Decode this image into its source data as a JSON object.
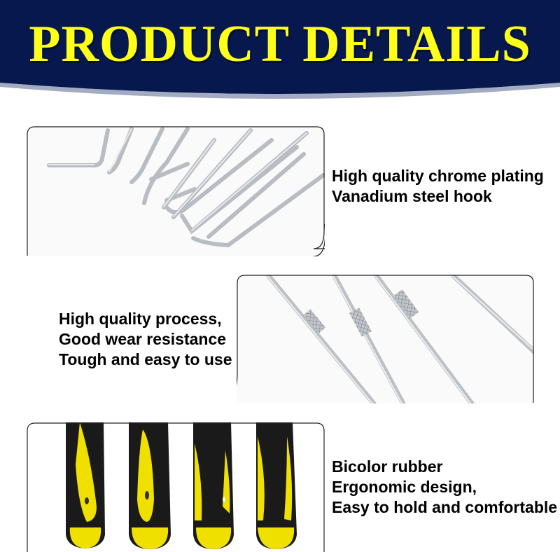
{
  "header": {
    "title": "PRODUCT DETAILS",
    "background_color": "#06184e",
    "title_color": "#ffff1a"
  },
  "sections": [
    {
      "lines": [
        "High quality chrome plating",
        "Vanadium steel hook"
      ],
      "image_icon": "steel-hooks-image"
    },
    {
      "lines": [
        "High quality process,",
        "Good wear resistance",
        "Tough and easy to use"
      ],
      "image_icon": "knurled-shafts-image"
    },
    {
      "lines": [
        "Bicolor rubber",
        "Ergonomic design,",
        "Easy to hold and comfortable"
      ],
      "image_icon": "handles-image"
    }
  ],
  "colors": {
    "handle_black": "#1a1a1a",
    "handle_yellow": "#f0e000",
    "steel": "#c9ccd1"
  }
}
